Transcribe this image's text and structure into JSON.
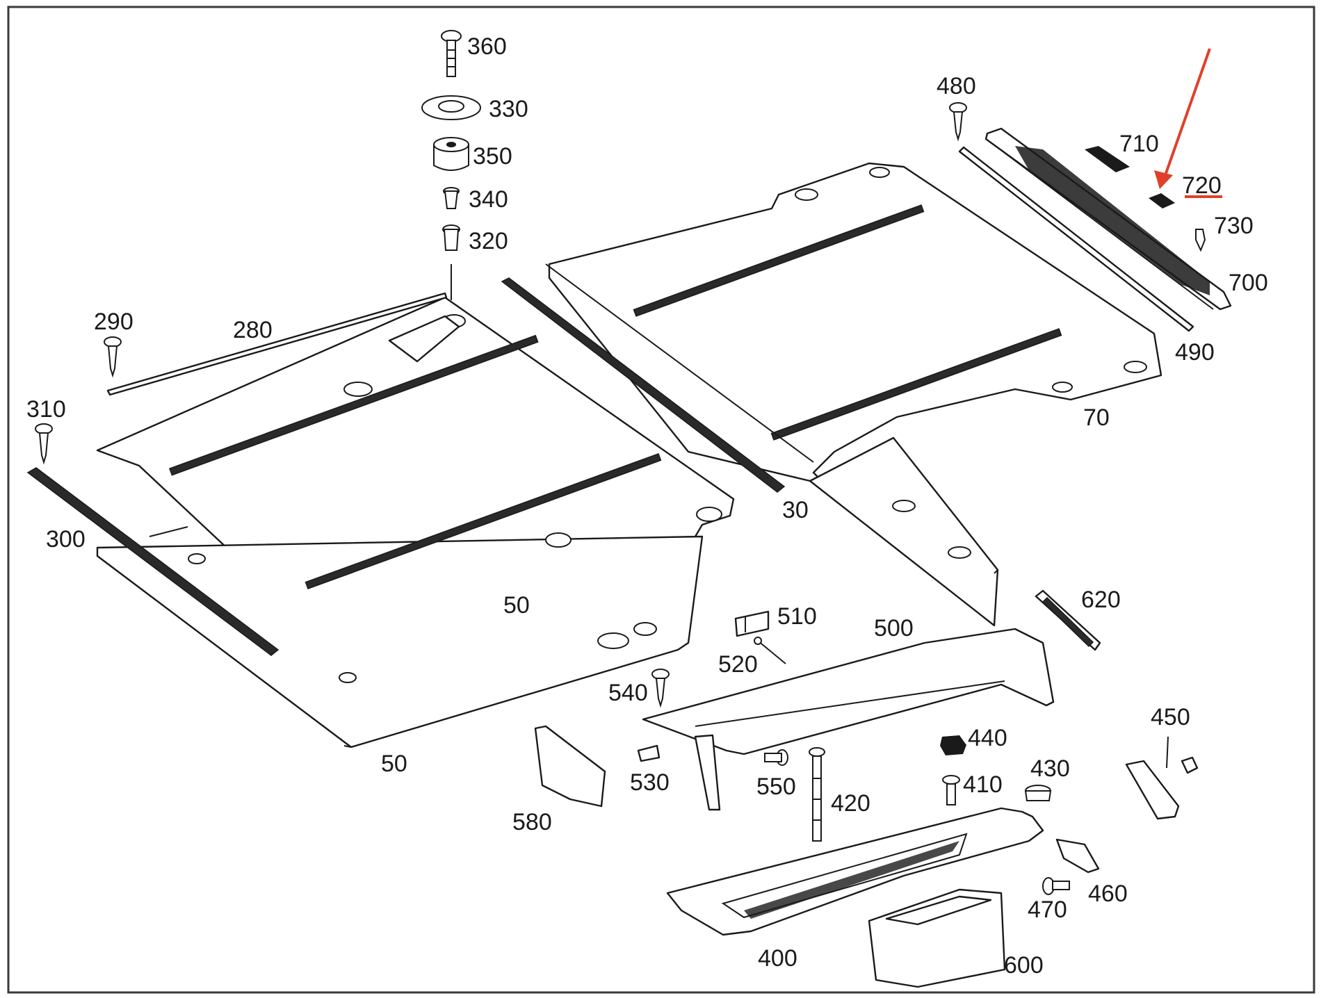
{
  "diagram": {
    "colors": {
      "line": "#1a1a1a",
      "background": "#ffffff",
      "frame": "#3a3a3a",
      "highlight_arrow": "#e0402a",
      "highlight_underline": "#e0402a"
    },
    "highlighted_part": "720",
    "labels": {
      "p30": "30",
      "p50a": "50",
      "p50b": "50",
      "p70": "70",
      "p280": "280",
      "p290": "290",
      "p300": "300",
      "p310": "310",
      "p320": "320",
      "p330": "330",
      "p340": "340",
      "p350": "350",
      "p360": "360",
      "p400": "400",
      "p410": "410",
      "p420": "420",
      "p430": "430",
      "p440": "440",
      "p450": "450",
      "p460": "460",
      "p470": "470",
      "p480": "480",
      "p490": "490",
      "p500": "500",
      "p510": "510",
      "p520": "520",
      "p530": "530",
      "p540": "540",
      "p550": "550",
      "p580": "580",
      "p600": "600",
      "p620": "620",
      "p700": "700",
      "p710": "710",
      "p720": "720",
      "p730": "730"
    }
  }
}
